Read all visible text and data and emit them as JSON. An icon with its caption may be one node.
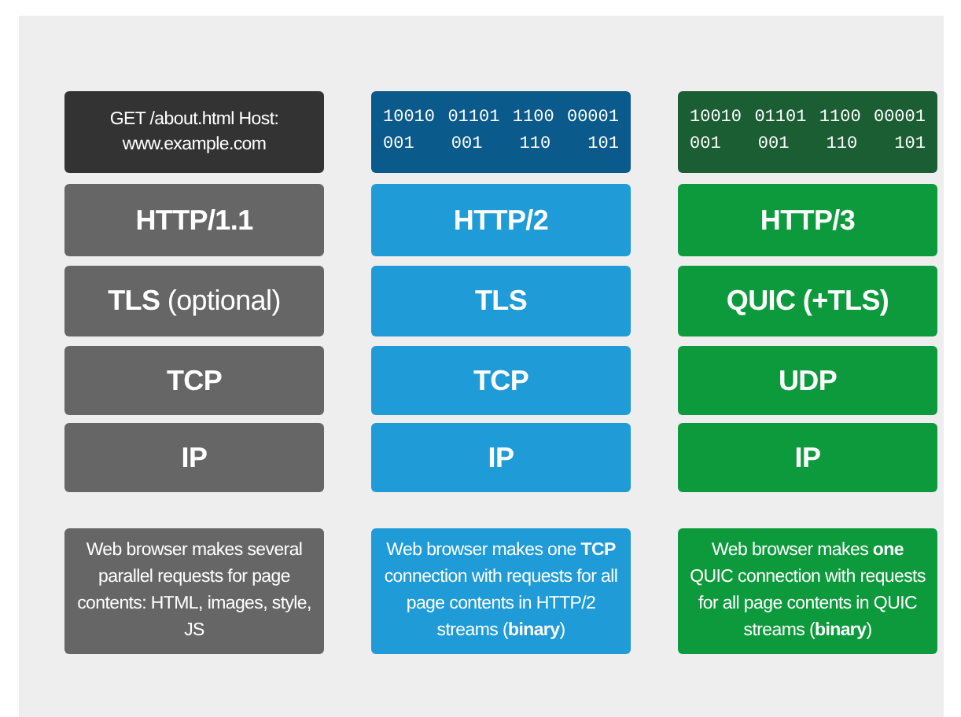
{
  "diagram": {
    "nodes": [
      {
        "text": [
          "GET /about.html Host: www.example.com"
        ]
      },
      {
        "text": [
          "10010 01101 1100 00001 001 001 110 101"
        ]
      },
      {
        "text": [
          "10010 01101 1100 00001 001 001 110 101"
        ]
      },
      {
        "text": [
          "HTTP/1.1"
        ]
      },
      {
        "text": [
          "HTTP/2"
        ]
      },
      {
        "text": [
          "HTTP/3"
        ]
      },
      {
        "text": [
          "**TLS** (optional)"
        ]
      },
      {
        "text": [
          "TLS"
        ]
      },
      {
        "text": [
          "QUIC (+TLS)"
        ]
      },
      {
        "text": [
          "TCP"
        ]
      },
      {
        "text": [
          "TCP"
        ]
      },
      {
        "text": [
          "UDP"
        ]
      },
      {
        "text": [
          "IP"
        ]
      },
      {
        "text": [
          "IP"
        ]
      },
      {
        "text": [
          "IP"
        ]
      },
      {
        "text": [
          "Web browser makes several parallel requests for page contents: HTML, images, style, JS"
        ]
      },
      {
        "text": [
          "Web browser makes one **TCP** connection with requests for all page contents in HTTP/2 streams (**binary**)"
        ]
      },
      {
        "text": [
          "Web browser makes **one** QUIC connection with requests for all page contents in QUIC streams (**binary**)"
        ]
      }
    ]
  }
}
